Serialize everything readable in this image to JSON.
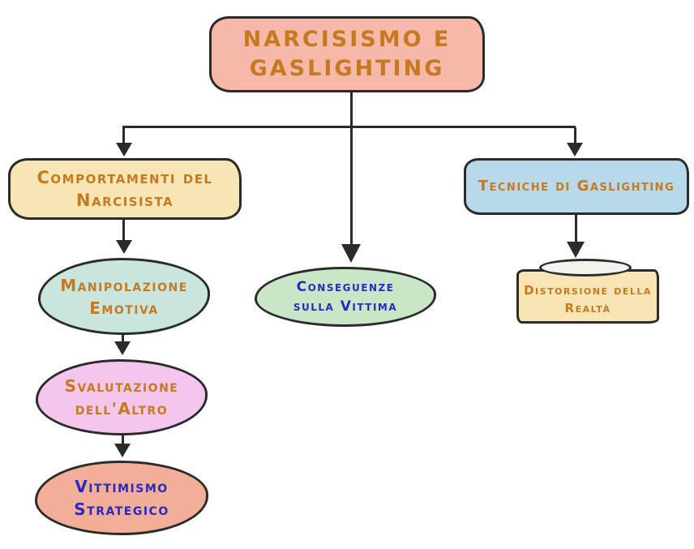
{
  "diagram": {
    "title": "Narcisismo e Gaslighting concept map",
    "stroke_color": "#2b2b2b",
    "background": "#ffffff",
    "nodes": {
      "root": {
        "lines": [
          "NARCISISMO E",
          "GASLIGHTING"
        ],
        "fill": "#f5b8a9",
        "text_color": "#c6791f",
        "shape": "rounded-rect"
      },
      "comportamenti": {
        "lines": [
          "Comportamenti del",
          "Narcisista"
        ],
        "fill": "#f8e5b5",
        "text_color": "#c6791f",
        "shape": "rounded-rect"
      },
      "tecniche": {
        "lines": [
          "Tecniche di Gaslighting"
        ],
        "fill": "#b7d9ea",
        "text_color": "#c6791f",
        "shape": "rounded-rect"
      },
      "conseguenze": {
        "lines": [
          "Conseguenze",
          "sulla Vittima"
        ],
        "fill": "#c9e7c6",
        "text_color": "#2a2abf",
        "shape": "ellipse"
      },
      "manipolazione": {
        "lines": [
          "Manipolazione",
          "Emotiva"
        ],
        "fill": "#c8e6de",
        "text_color": "#c6791f",
        "shape": "ellipse"
      },
      "svalutazione": {
        "lines": [
          "Svalutazione",
          "dell'Altro"
        ],
        "fill": "#f4c6ee",
        "text_color": "#c6791f",
        "shape": "ellipse"
      },
      "vittimismo": {
        "lines": [
          "Vittimismo",
          "Strategico"
        ],
        "fill": "#f2ae96",
        "text_color": "#2a2abf",
        "shape": "ellipse"
      },
      "distorsione": {
        "lines": [
          "Distorsione della",
          "Realtà"
        ],
        "fill": "#f8e5b5",
        "text_color": "#c6791f",
        "shape": "rect-with-ellipse-cap",
        "cap_fill": "#f3f3ed"
      }
    },
    "edges": [
      {
        "from": "root",
        "to": "comportamenti"
      },
      {
        "from": "root",
        "to": "conseguenze"
      },
      {
        "from": "root",
        "to": "tecniche"
      },
      {
        "from": "comportamenti",
        "to": "manipolazione"
      },
      {
        "from": "manipolazione",
        "to": "svalutazione"
      },
      {
        "from": "svalutazione",
        "to": "vittimismo"
      },
      {
        "from": "tecniche",
        "to": "distorsione"
      }
    ]
  }
}
